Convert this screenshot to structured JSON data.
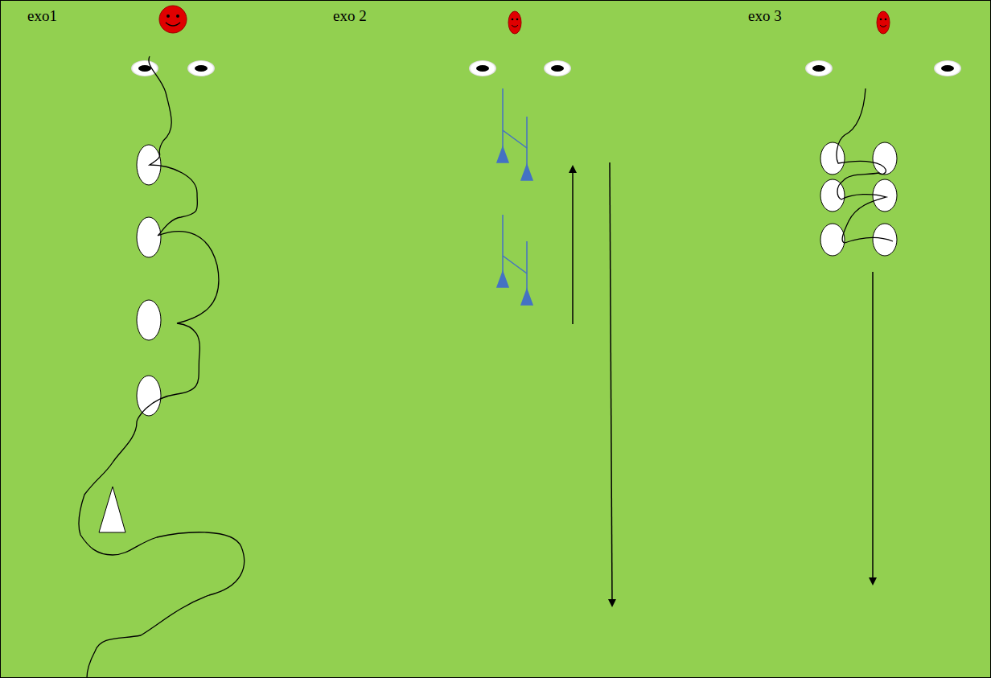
{
  "diagram": {
    "labels": [
      "exo1",
      "exo 2",
      "exo 3"
    ]
  }
}
